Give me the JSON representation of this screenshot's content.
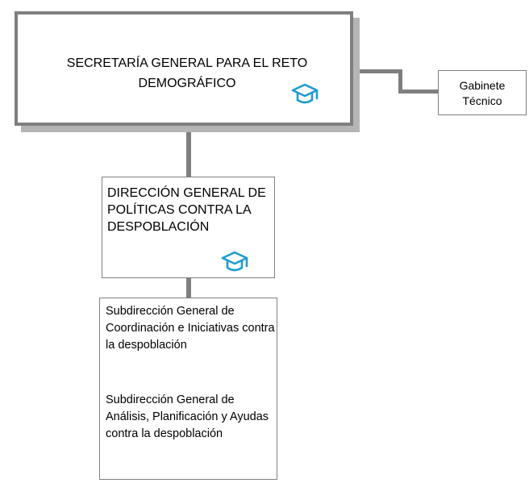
{
  "secretaria": {
    "label": "SECRETARÍA GENERAL PARA EL RETO DEMOGRÁFICO",
    "icon": "graduation-cap-icon"
  },
  "gabinete": {
    "label": "Gabinete Técnico"
  },
  "direccion": {
    "label": "DIRECCIÓN GENERAL DE POLÍTICAS CONTRA LA DESPOBLACIÓN",
    "icon": "graduation-cap-icon"
  },
  "subdirecciones": [
    {
      "label": "Subdirección General de Coordinación e Iniciativas contra la despoblación"
    },
    {
      "label": "Subdirección General de Análisis, Planificación y Ayudas contra la despoblación"
    }
  ],
  "colors": {
    "connector": "#7f7f7f",
    "icon": "#1f9bd1"
  }
}
